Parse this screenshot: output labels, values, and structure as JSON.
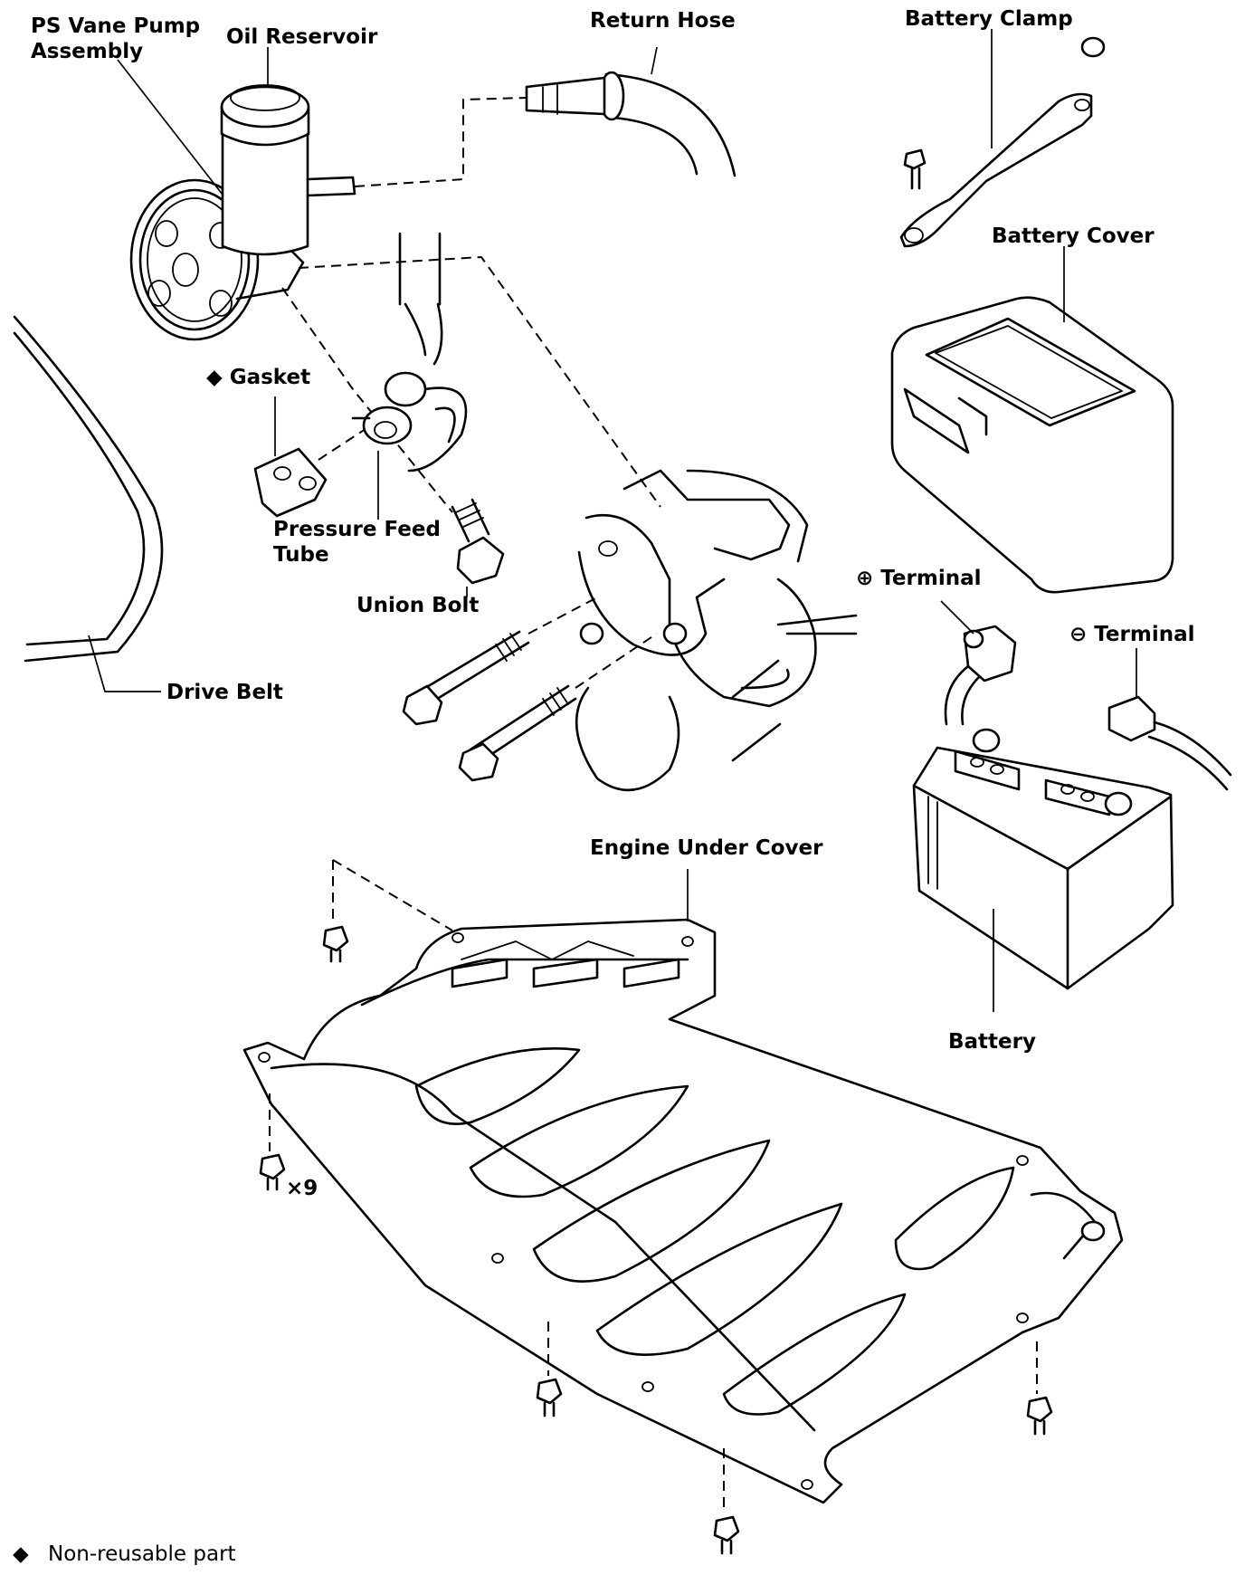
{
  "labels": {
    "ps_pump": [
      "PS Vane Pump",
      "Assembly"
    ],
    "oil_reservoir": "Oil Reservoir",
    "return_hose": "Return Hose",
    "battery_clamp": "Battery Clamp",
    "battery_cover": "Battery Cover",
    "gasket": "Gasket",
    "pressure_feed_tube": [
      "Pressure Feed",
      "Tube"
    ],
    "union_bolt": "Union Bolt",
    "drive_belt": "Drive Belt",
    "plus_terminal": "Terminal",
    "minus_terminal": "Terminal",
    "battery": "Battery",
    "engine_under_cover": "Engine Under Cover",
    "qty_bolts": "×9",
    "legend": "Non-reusable part"
  },
  "symbols": {
    "non_reusable": "◆",
    "plus": "⊕",
    "minus": "⊖"
  }
}
